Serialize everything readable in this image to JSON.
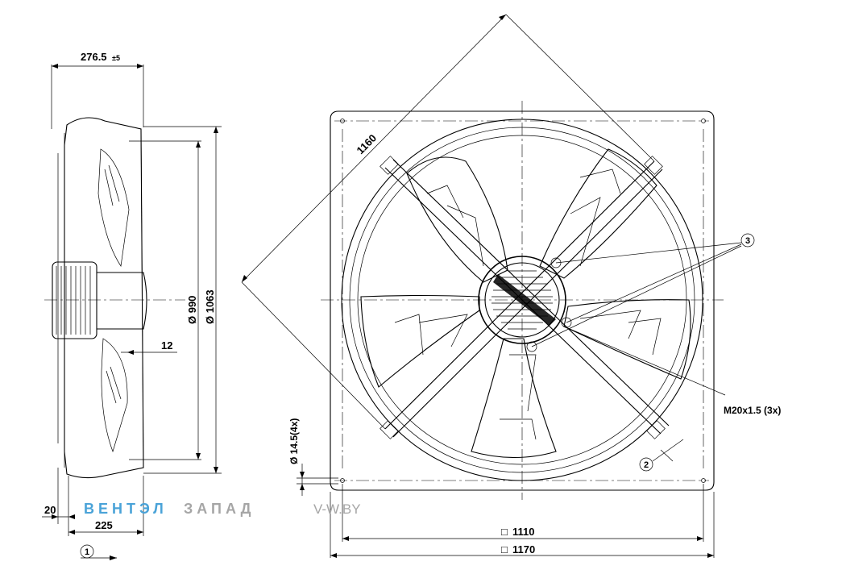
{
  "drawing": {
    "dimensions": {
      "depth_total": "276.5",
      "depth_tolerance": "±5",
      "diameter_990": "Ø 990",
      "diameter_1063": "Ø 1063",
      "thickness_12": "12",
      "offset_20": "20",
      "depth_225": "225",
      "diagonal_1160": "1160",
      "hole_diameter": "Ø 14.5(4x)",
      "inner_square": "1110",
      "outer_square": "1170",
      "cable_gland": "M20x1.5 (3x)"
    },
    "callouts": {
      "c1": "1",
      "c2": "2",
      "c3": "3"
    },
    "square_symbol": "□",
    "watermark": {
      "part1": "ВЕНТЭЛ",
      "part2": "ЗАПАД",
      "site": "V-W.BY"
    }
  },
  "colors": {
    "line": "#000000",
    "watermark_blue": "#4aa3d8",
    "watermark_gray": "#a6a6a6"
  }
}
